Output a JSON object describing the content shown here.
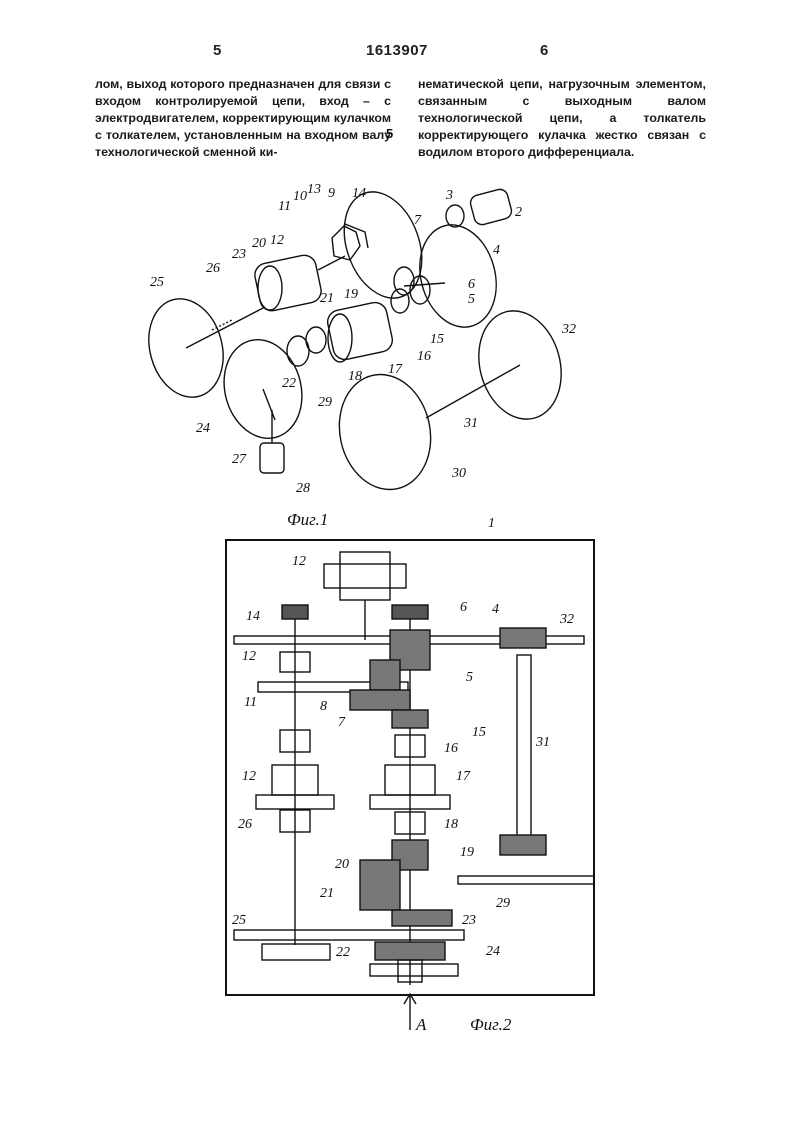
{
  "header": {
    "page_left": "5",
    "patent_number": "1613907",
    "page_right": "6"
  },
  "text": {
    "left_column": "лом, выход которого предназначен для связи с входом контролируемой цепи, вход – с электродвигателем, корректирующим кулачком с толкателем, установленным на входном валу технологической сменной ки-",
    "right_column": "нематической цепи, нагрузочным элементом, связанным с выходным валом технологической цепи, а толкатель корректирующего кулачка жестко связан с водилом второго дифференциала.",
    "line_number": "5"
  },
  "figure1": {
    "caption": "Фиг.1",
    "labels": {
      "l2": "2",
      "l3": "3",
      "l4": "4",
      "l5": "5",
      "l6": "6",
      "l7": "7",
      "l9": "9",
      "l10": "10",
      "l11": "11",
      "l12": "12",
      "l13": "13",
      "l14": "14",
      "l15": "15",
      "l16": "16",
      "l17": "17",
      "l18": "18",
      "l19": "19",
      "l20": "20",
      "l21": "21",
      "l22": "22",
      "l23": "23",
      "l24": "24",
      "l25": "25",
      "l26": "26",
      "l27": "27",
      "l28": "28",
      "l29": "29",
      "l30": "30",
      "l31": "31",
      "l32": "32"
    }
  },
  "figure2": {
    "caption": "Фиг.2",
    "arrow_label": "A",
    "labels": {
      "l1": "1",
      "l12a": "12",
      "l14": "14",
      "l6": "6",
      "l4": "4",
      "l32": "32",
      "l12b": "12",
      "l5": "5",
      "l8": "8",
      "l11": "11",
      "l7": "7",
      "l15": "15",
      "l16": "16",
      "l31": "31",
      "l12c": "12",
      "l17": "17",
      "l26": "26",
      "l18": "18",
      "l20": "20",
      "l19": "19",
      "l21": "21",
      "l29": "29",
      "l25": "25",
      "l23": "23",
      "l24": "24",
      "l22": "22"
    }
  }
}
